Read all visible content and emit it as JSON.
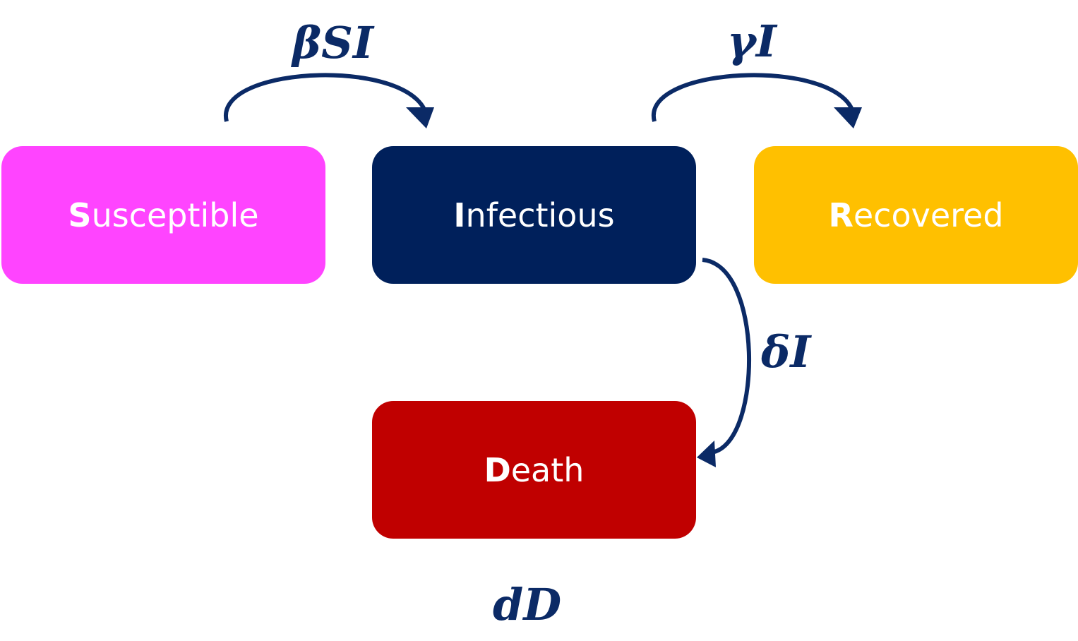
{
  "nodes": {
    "susceptible": {
      "initial": "S",
      "rest": "usceptible",
      "color": "#ff44ff"
    },
    "infectious": {
      "initial": "I",
      "rest": "nfectious",
      "color": "#00205b"
    },
    "recovered": {
      "initial": "R",
      "rest": "ecovered",
      "color": "#ffc000"
    },
    "death": {
      "initial": "D",
      "rest": "eath",
      "color": "#c00000"
    }
  },
  "rates": {
    "infection": "βSI",
    "recovery": "γI",
    "death": "δI",
    "death_outflow": "dD"
  },
  "arrow_color": "#0b2a66"
}
